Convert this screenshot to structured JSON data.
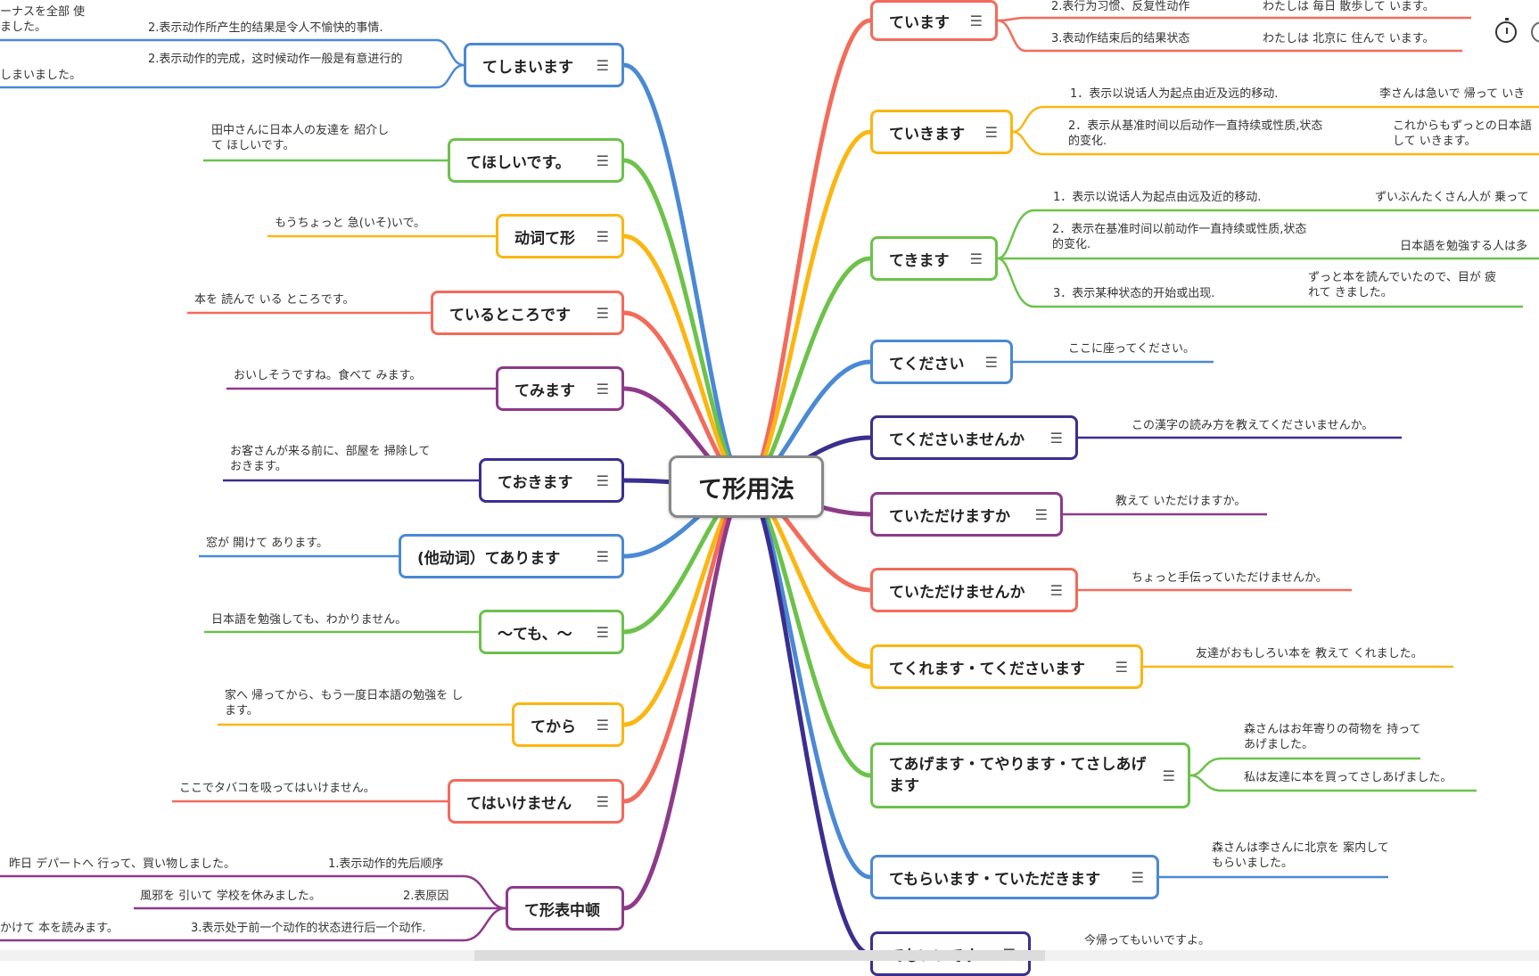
{
  "central": "て形用法",
  "colors": {
    "red": "#f26b5b",
    "yellow": "#fbb612",
    "green": "#6cc24a",
    "blue": "#4a89d4",
    "navy": "#3a2f8f",
    "purple": "#8e3a8a"
  },
  "left_branches": [
    {
      "label": "てしまいます",
      "color": "#4a89d4",
      "leaves": [
        "2.表示动作所产生的结果是令人不愉快的事情.",
        "2.表示动作的完成，这时候动作一般是有意进行的"
      ],
      "extra": [
        "ーナスを全部 使ました。",
        "しまいました。"
      ]
    },
    {
      "label": "てほしいです。",
      "color": "#6cc24a",
      "leaves": [
        "田中さんに日本人の友達を 紹介して ほしいです。"
      ]
    },
    {
      "label": "动词て形",
      "color": "#fbb612",
      "leaves": [
        "もうちょっと 急(いそ)いで。"
      ]
    },
    {
      "label": "ているところです",
      "color": "#f26b5b",
      "leaves": [
        "本を 読んで いる ところです。"
      ]
    },
    {
      "label": "てみます",
      "color": "#8e3a8a",
      "leaves": [
        "おいしそうですね。食べて みます。"
      ]
    },
    {
      "label": "ておきます",
      "color": "#3a2f8f",
      "leaves": [
        "お客さんが来る前に、部屋を 掃除して おきます。"
      ]
    },
    {
      "label": "(他动词）てあります",
      "color": "#4a89d4",
      "leaves": [
        "窓が 開けて あります。"
      ]
    },
    {
      "label": "～ても、～",
      "color": "#6cc24a",
      "leaves": [
        "日本語を勉強しても、わかりません。"
      ]
    },
    {
      "label": "てから",
      "color": "#fbb612",
      "leaves": [
        "家へ 帰ってから、もう一度日本語の勉強を します。"
      ]
    },
    {
      "label": "てはいけません",
      "color": "#f26b5b",
      "leaves": [
        "ここでタバコを吸ってはいけません。"
      ]
    },
    {
      "label": "て形表中顿",
      "color": "#8e3a8a",
      "leaves": [
        "1.表示动作的先后顺序",
        "2.表原因",
        "3.表示处于前一个动作的状态进行后一个动作."
      ],
      "extra": [
        "昨日 デパートへ 行って、買い物しました。",
        "風邪を 引いて 学校を休みました。",
        "かけて 本を読みます。"
      ]
    }
  ],
  "right_branches": [
    {
      "label": "ています",
      "color": "#f26b5b",
      "leaves": [
        "2.表行为习惯、反复性动作",
        "3.表动作结束后的结果状态"
      ],
      "extra": [
        "わたしは 毎日 散歩して います。",
        "わたしは 北京に 住んで います。"
      ]
    },
    {
      "label": "ていきます",
      "color": "#fbb612",
      "leaves": [
        "1．表示以说话人为起点由近及远的移动.",
        "2．表示从基准时间以后动作一直持续或性质,状态的变化."
      ],
      "extra": [
        "李さんは急いで 帰って いき",
        "これからもずっとの日本語 して いきます。"
      ]
    },
    {
      "label": "てきます",
      "color": "#6cc24a",
      "leaves": [
        "1．表示以说话人为起点由远及近的移动.",
        "2．表示在基准时间以前动作一直持续或性质,状态的变化.",
        "3．表示某种状态的开始或出现."
      ],
      "extra": [
        "ずいぶんたくさん人が 乗って",
        "日本語を勉強する人は多",
        "ずっと本を読んでいたので、目が 疲れて きました。"
      ]
    },
    {
      "label": "てください",
      "color": "#4a89d4",
      "leaves": [
        "ここに座ってください。"
      ]
    },
    {
      "label": "てくださいませんか",
      "color": "#3a2f8f",
      "leaves": [
        "この漢字の読み方を教えてくださいませんか。"
      ]
    },
    {
      "label": "ていただけますか",
      "color": "#8e3a8a",
      "leaves": [
        "教えて いただけますか。"
      ]
    },
    {
      "label": "ていただけませんか",
      "color": "#f26b5b",
      "leaves": [
        "ちょっと手伝っていただけませんか。"
      ]
    },
    {
      "label": "てくれます・てくださいます",
      "color": "#fbb612",
      "leaves": [
        "友達がおもしろい本を 教えて くれました。"
      ]
    },
    {
      "label": "てあげます・てやります・てさしあげます",
      "color": "#6cc24a",
      "leaves": [
        "森さんはお年寄りの荷物を 持って あげました。",
        "私は友達に本を買ってさしあげました。"
      ]
    },
    {
      "label": "てもらいます・ていただきます",
      "color": "#4a89d4",
      "leaves": [
        "森さんは李さんに北京を 案内して もらいました。"
      ]
    },
    {
      "label": "てもいいです",
      "color": "#3a2f8f",
      "leaves": [
        "今帰ってもいいですよ。"
      ]
    }
  ]
}
